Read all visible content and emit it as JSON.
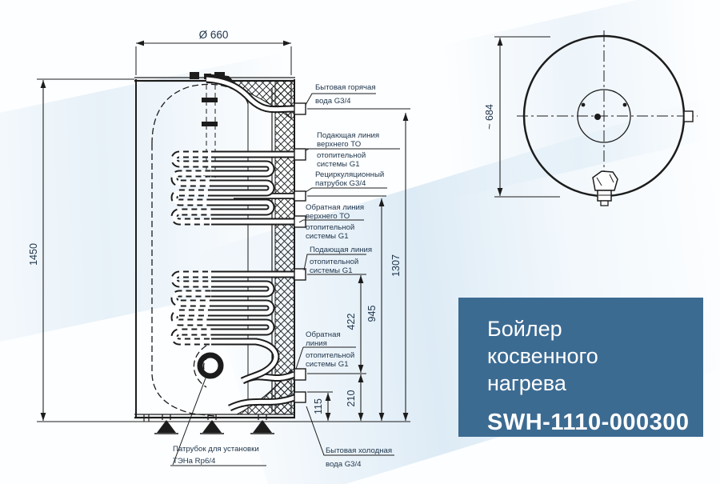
{
  "panel": {
    "title_lines": [
      "Бойлер",
      "косвенного",
      "нагрева"
    ],
    "model": "SWH-1110-000300",
    "bg_color": "#3c6b92",
    "text_color": "#ffffff"
  },
  "front_view": {
    "dims": {
      "diameter": "Ø 660",
      "total_height": "1450",
      "h1": "1307",
      "h2": "945",
      "h3": "422",
      "h4": "210",
      "h5": "115"
    },
    "callouts": {
      "hot_water": [
        "Бытовая горячая",
        "вода G3/4"
      ],
      "supply_top_to": [
        "Подающая линия",
        "верхнего ТО",
        "отопительной",
        "системы G1"
      ],
      "recirculation": [
        "Рециркуляционный",
        "патрубок G3/4"
      ],
      "return_top_to": [
        "Обратная линия",
        "верхнего ТО",
        "отопительной",
        "системы G1"
      ],
      "supply_heating": [
        "Подающая линия",
        "отопительной",
        "системы G1"
      ],
      "return_heating": [
        "Обратная",
        "линия",
        "отопительной",
        "системы G1"
      ],
      "cold_water": [
        "Бытовая холодная",
        "вода G3/4"
      ],
      "ten_port": [
        "Патрубок для установки",
        "ТЭНа Rp6/4"
      ]
    }
  },
  "top_view": {
    "dims": {
      "width": "~ 684"
    }
  },
  "colors": {
    "line": "#1c1c1c",
    "text": "#1d3349"
  }
}
